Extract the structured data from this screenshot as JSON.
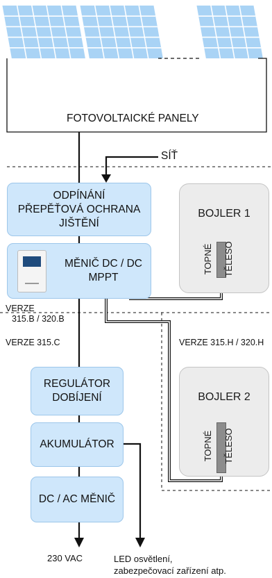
{
  "labels": {
    "panels": "FOTOVOLTAICKÉ PANELY",
    "grid": "SÍŤ",
    "disconnect_line1": "ODPÍNÁNÍ",
    "disconnect_line2": "PŘEPĚŤOVÁ OCHRANA",
    "disconnect_line3": "JIŠTĚNÍ",
    "converter_line1": "MĚNIČ DC / DC",
    "converter_line2": "MPPT",
    "version_b_line1": "VERZE",
    "version_b_line2": "315.B / 320.B",
    "version_c": "VERZE 315.C",
    "version_h": "VERZE 315.H / 320.H",
    "regulator_line1": "REGULÁTOR",
    "regulator_line2": "DOBÍJENÍ",
    "battery": "AKUMULÁTOR",
    "inverter": "DC / AC MĚNIČ",
    "out_ac": "230 VAC",
    "out_led_line1": "LED osvětlení,",
    "out_led_line2": "zabezpečovací zařízení atp.",
    "boiler1": "BOJLER 1",
    "boiler2": "BOJLER 2",
    "heater_word1": "TOPNÉ",
    "heater_word2": "TĚLESO"
  },
  "colors": {
    "box_fill": "#cfe7fb",
    "box_border": "#9cc6ea",
    "panel_fill": "#a9d3f5",
    "panel_grid": "#ffffff",
    "boiler_fill": "#ececec",
    "heater_fill": "#8c8c8c",
    "line": "#111111"
  },
  "icons": {
    "panel": "solar-panel-icon",
    "device": "converter-device-icon"
  }
}
